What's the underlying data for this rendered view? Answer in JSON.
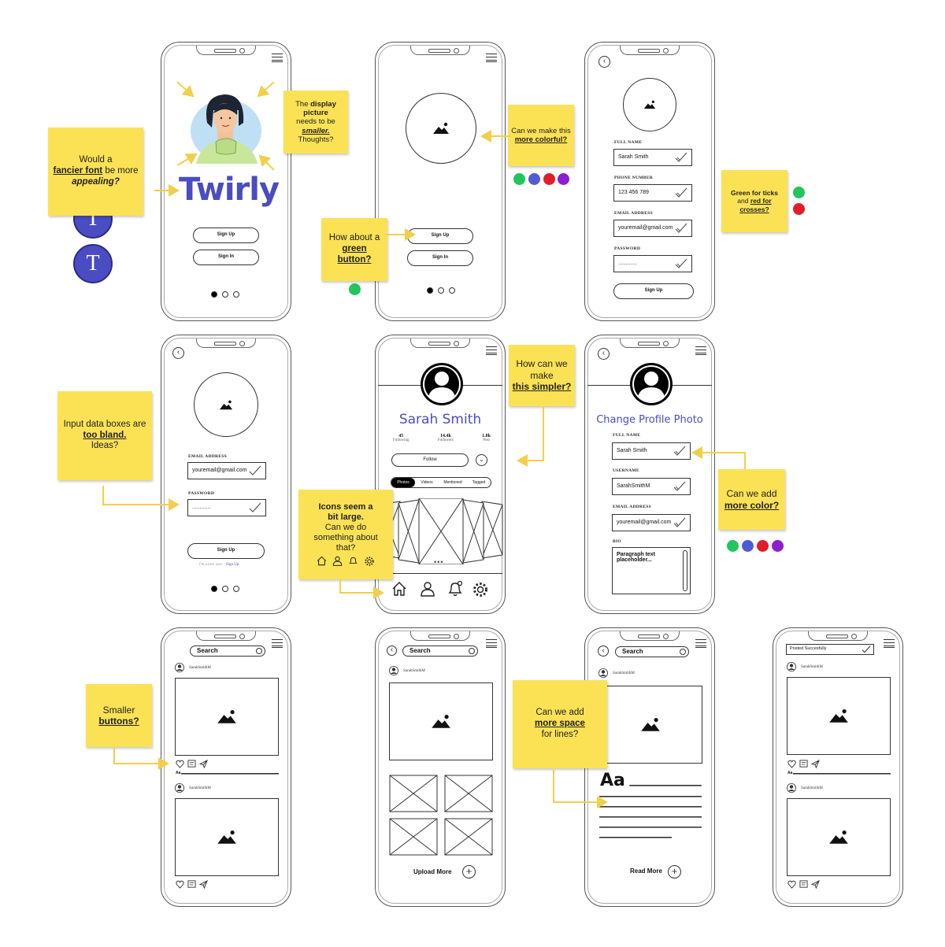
{
  "screen1": {
    "title": "Twirly",
    "signup": "Sign Up",
    "signin": "Sign In"
  },
  "screen2": {
    "signup": "Sign Up",
    "signin": "Sign In"
  },
  "screen3": {
    "fields": [
      {
        "label": "FULL NAME",
        "value": "Sarah Smith"
      },
      {
        "label": "PHONE NUMBER",
        "value": "123 456 789"
      },
      {
        "label": "EMAIL ADDRESS",
        "value": "youremail@gmail.com"
      },
      {
        "label": "PASSWORD",
        "value": "............"
      }
    ],
    "signup": "Sign Up"
  },
  "screen4": {
    "email_label": "EMAIL ADDRESS",
    "email": "youremail@gmail.com",
    "password_label": "PASSWORD",
    "password": "............",
    "signup": "Sign Up",
    "new_user": "I'm a new user.",
    "signup_link": "Sign Up"
  },
  "screen5": {
    "name": "Sarah Smith",
    "stats": [
      {
        "value": "45",
        "label": "Following"
      },
      {
        "value": "14.4k",
        "label": "Followers"
      },
      {
        "value": "1.8k",
        "label": "Post"
      }
    ],
    "follow": "Follow",
    "tabs": [
      "Photos",
      "Videos",
      "Mentioned",
      "Tagged"
    ]
  },
  "screen6": {
    "title": "Change Profile Photo",
    "fields": [
      {
        "label": "FULL NAME",
        "value": "Sarah Smith"
      },
      {
        "label": "USERNAME",
        "value": "SarahSmithM"
      },
      {
        "label": "EMAIL ADDRESS",
        "value": "youremail@gmail.com"
      }
    ],
    "bio_label": "BIO",
    "bio_placeholder": "Paragraph text placeholder..."
  },
  "screen7": {
    "search": "Search",
    "username": "SarahSmithM",
    "caption": "Aa"
  },
  "screen8": {
    "search": "Search",
    "username": "SarahSmithM",
    "upload": "Upload More"
  },
  "screen9": {
    "search": "Search",
    "username": "SarahSmithM",
    "heading": "Aa",
    "read_more": "Read More"
  },
  "screen10": {
    "posted": "Posted Succesfully",
    "username": "SarahSmithM",
    "caption": "Aa"
  },
  "notes": {
    "font": {
      "pre": "Would a",
      "b1": "fancier font",
      "mid": "be more",
      "b2": "appealing?"
    },
    "picture": {
      "pre": "The",
      "b1": "display picture",
      "mid": "needs to be",
      "b2": "smaller.",
      "post": "Thoughts?"
    },
    "colorful": {
      "pre": "Can we make this",
      "b1": "more colorful?"
    },
    "green": {
      "pre": "How about a",
      "b1": "green button?"
    },
    "ticks": {
      "b1": "Green for ticks",
      "mid": "and",
      "b2": "red for crosses?"
    },
    "bland": {
      "pre": "Input data boxes are",
      "b1": "too bland.",
      "post": "Ideas?"
    },
    "simpler": {
      "pre": "How can we make",
      "b1": "this simpler?"
    },
    "icons": {
      "b1": "Icons seem a bit large.",
      "post": "Can we do something about that?"
    },
    "addcolor": {
      "pre": "Can we add",
      "b1": "more color?"
    },
    "smaller": {
      "pre": "Smaller",
      "b1": "buttons?"
    },
    "space": {
      "pre": "Can we add",
      "b1": "more space",
      "post": "for lines?"
    }
  },
  "font_options": [
    "T",
    "T"
  ],
  "colors": {
    "sticky": "#fbe255",
    "accent": "#4a4cc1",
    "green": "#22c55e",
    "red": "#e11d2a",
    "blue": "#4f5bd5",
    "purple": "#8b1fd1",
    "arrow": "#f2cf4b"
  }
}
